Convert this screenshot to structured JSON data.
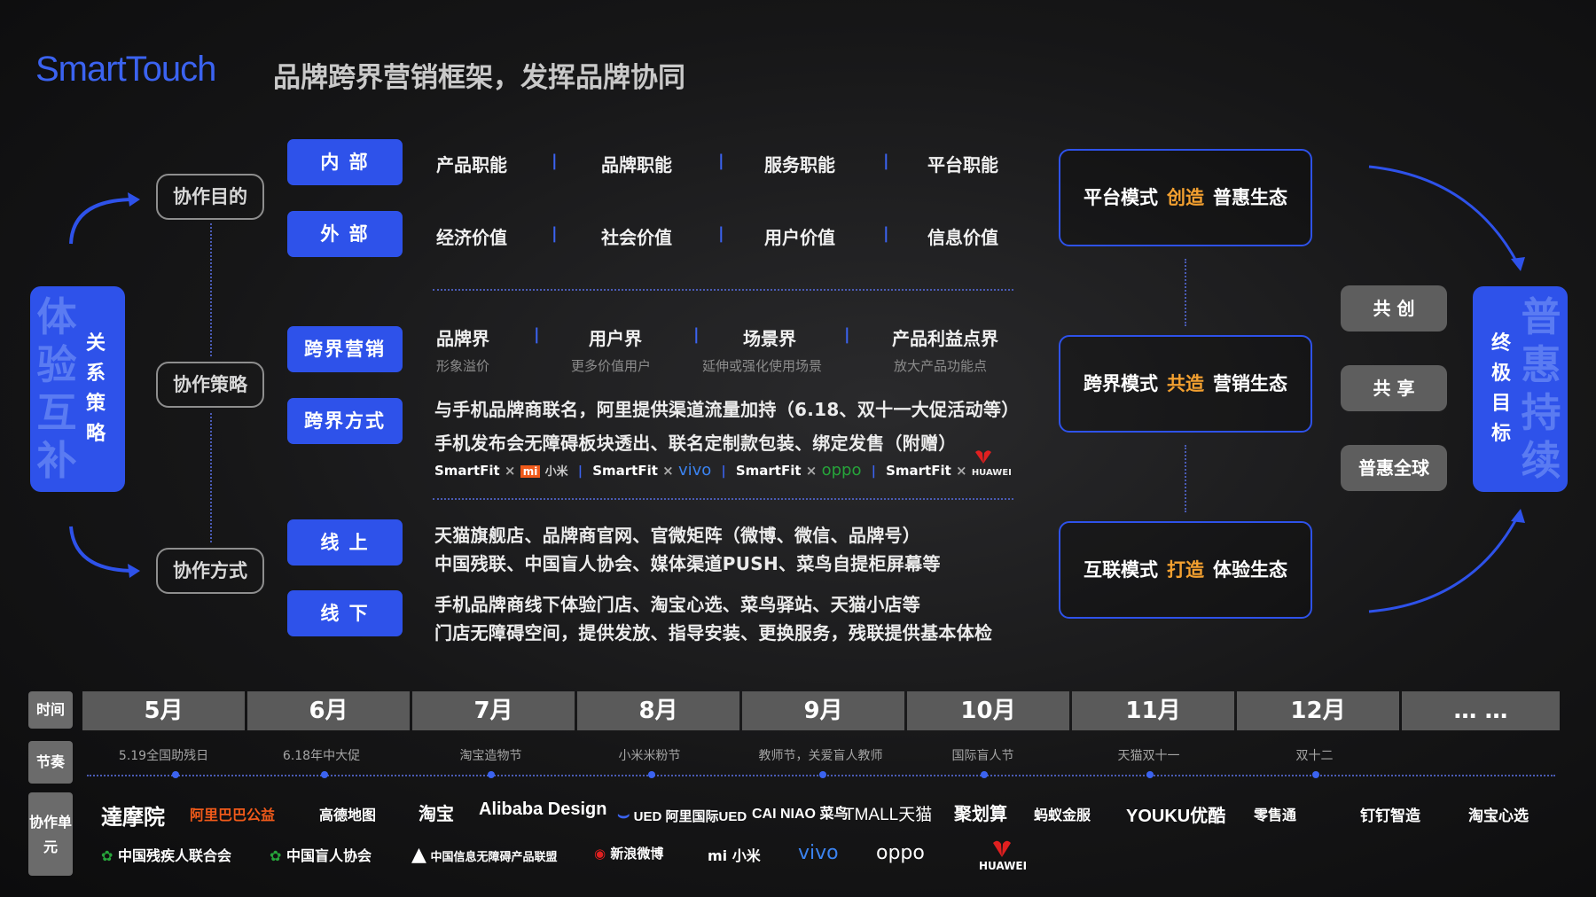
{
  "header": {
    "brand": "SmartTouch",
    "title": "品牌跨界营销框架，发挥品牌协同"
  },
  "left_panel": {
    "faint": [
      "体",
      "验",
      "互",
      "补"
    ],
    "main": [
      "关",
      "系",
      "策",
      "略"
    ],
    "pills": [
      "协作目的",
      "协作策略",
      "协作方式"
    ]
  },
  "rows": {
    "internal": {
      "label": "内 部",
      "items": [
        "产品职能",
        "品牌职能",
        "服务职能",
        "平台职能"
      ]
    },
    "external": {
      "label": "外 部",
      "items": [
        "经济价值",
        "社会价值",
        "用户价值",
        "信息价值"
      ]
    },
    "marketing": {
      "label": "跨界营销",
      "items": [
        "品牌界",
        "用户界",
        "场景界",
        "产品利益点界"
      ],
      "subs": [
        "形象溢价",
        "更多价值用户",
        "延伸或强化使用场景",
        "放大产品功能点"
      ]
    },
    "method": {
      "label": "跨界方式",
      "lines": [
        "与手机品牌商联名，阿里提供渠道流量加持（6.18、双十一大促活动等）",
        "手机发布会无障碍板块透出、联名定制款包装、绑定发售（附赠）"
      ],
      "partners": [
        "SmartFit",
        "×",
        "mi",
        "小米",
        "SmartFit",
        "×",
        "vivo",
        "SmartFit",
        "×",
        "oppo",
        "SmartFit",
        "×",
        "HUAWEI"
      ]
    },
    "online": {
      "label": "线 上",
      "lines": [
        "天猫旗舰店、品牌商官网、官微矩阵（微博、微信、品牌号）",
        "中国残联、中国盲人协会、媒体渠道PUSH、菜鸟自提柜屏幕等"
      ]
    },
    "offline": {
      "label": "线 下",
      "lines": [
        "手机品牌商线下体验门店、淘宝心选、菜鸟驿站、天猫小店等",
        "门店无障碍空间，提供发放、指导安装、更换服务，残联提供基本体检"
      ]
    }
  },
  "modes": [
    {
      "a": "平台模式",
      "b": "创造",
      "c": "普惠生态"
    },
    {
      "a": "跨界模式",
      "b": "共造",
      "c": "营销生态"
    },
    {
      "a": "互联模式",
      "b": "打造",
      "c": "体验生态"
    }
  ],
  "right_pills": [
    "共 创",
    "共 享",
    "普惠全球"
  ],
  "goal": {
    "faint": [
      "普",
      "惠",
      "持",
      "续"
    ],
    "main": [
      "终",
      "极",
      "目",
      "标"
    ]
  },
  "timeline": {
    "labels": {
      "time": "时间",
      "rhythm": "节奏",
      "unit": "协作单元"
    },
    "months": [
      "5月",
      "6月",
      "7月",
      "8月",
      "9月",
      "10月",
      "11月",
      "12月",
      "… …"
    ],
    "festivals": [
      "5.19全国助残日",
      "6.18年中大促",
      "淘宝造物节",
      "小米米粉节",
      "教师节，关爱盲人教师",
      "国际盲人节",
      "天猫双十一",
      "双十二",
      ""
    ]
  },
  "logos_row1": [
    "達摩院",
    "阿里巴巴公益",
    "高德地图",
    "淘宝",
    "Alibaba Design",
    "UED 阿里国际UED",
    "CAI NIAO 菜鸟",
    "TMALL天猫",
    "聚划算",
    "蚂蚁金服",
    "YOUKU优酷",
    "零售通",
    "钉钉智造",
    "淘宝心选"
  ],
  "logos_row2": [
    "中国残疾人联合会",
    "中国盲人协会",
    "中国信息无障碍产品联盟",
    "新浪微博",
    "mi 小米",
    "vivo",
    "oppo",
    "HUAWEI"
  ],
  "colors": {
    "accent": "#2e52ea",
    "highlight": "#f3a030",
    "pill_grey": "#5e5e5e"
  },
  "icons": [
    "arrow-curve-icon",
    "huawei-flower-icon"
  ]
}
